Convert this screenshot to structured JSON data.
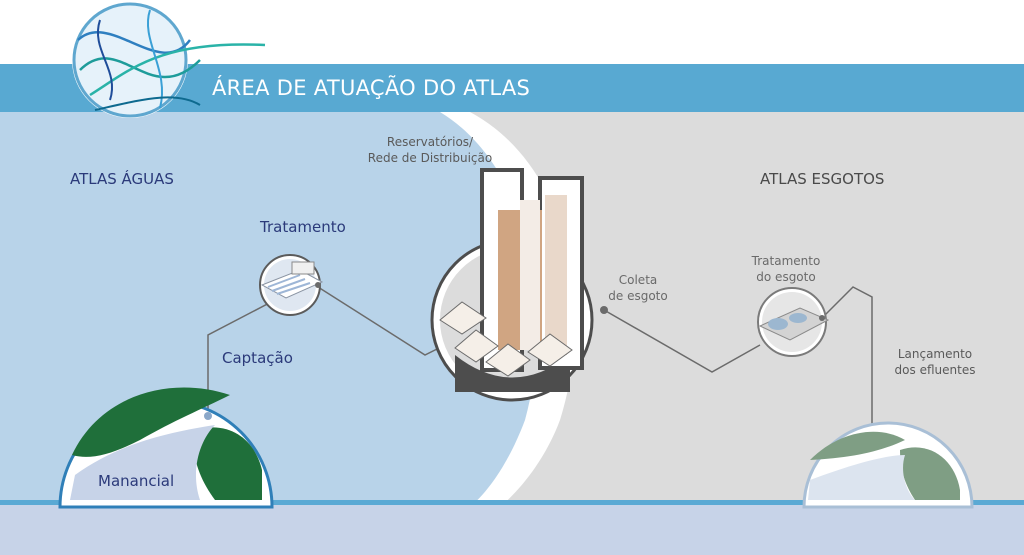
{
  "header": {
    "title": "ÁREA DE ATUAÇÃO DO ATLAS"
  },
  "sections": {
    "aguas": "ATLAS ÁGUAS",
    "esgotos": "ATLAS ESGOTOS"
  },
  "stages": {
    "manancial": "Manancial",
    "captacao": "Captação",
    "tratamento": "Tratamento",
    "reservatorios_line1": "Reservatórios/",
    "reservatorios_line2": "Rede de Distribuição",
    "coleta_line1": "Coleta",
    "coleta_line2": "de esgoto",
    "tratamento_esgoto_line1": "Tratamento",
    "tratamento_esgoto_line2": "do esgoto",
    "lancamento_line1": "Lançamento",
    "lancamento_line2": "dos efluentes"
  },
  "colors": {
    "banner": "#58a9d2",
    "water_area": "#b8d3e9",
    "sewage_area": "#dcdcdc",
    "ground": "#c7d3e8",
    "forest": "#1f6f3a",
    "sewage_vegetation": "#7f9e84",
    "label_blue": "#2b3a7a"
  }
}
